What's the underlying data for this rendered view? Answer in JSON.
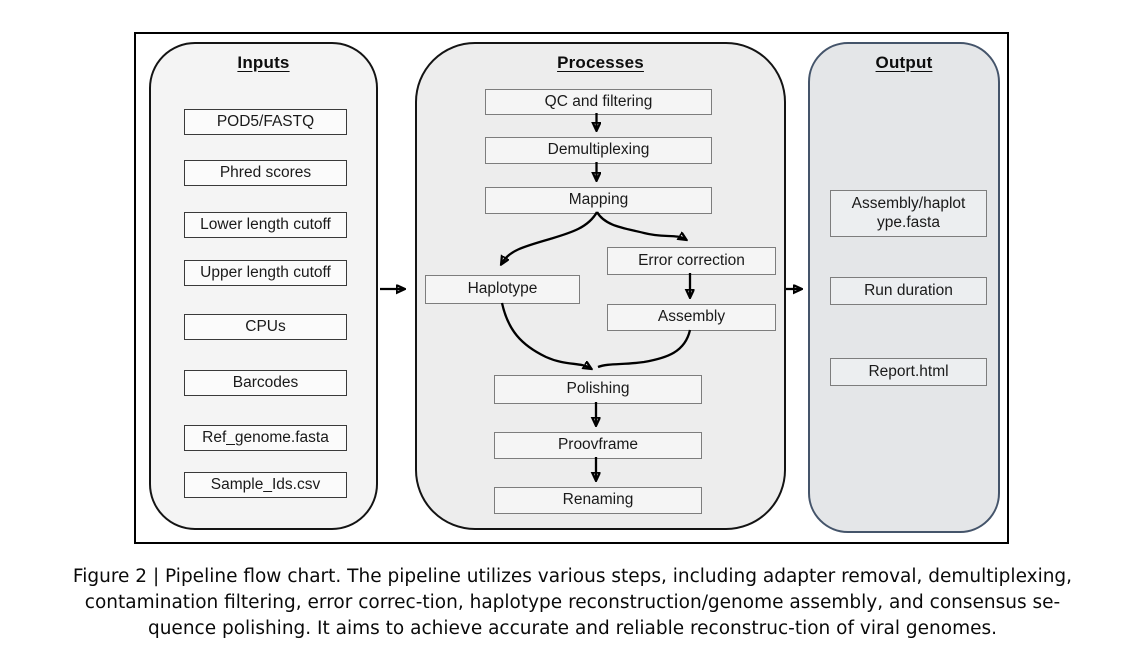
{
  "figure": {
    "panels": {
      "inputs": {
        "title": "Inputs",
        "items": [
          "POD5/FASTQ",
          "Phred scores",
          "Lower length cutoff",
          "Upper length cutoff",
          "CPUs",
          "Barcodes",
          "Ref_genome.fasta",
          "Sample_Ids.csv"
        ]
      },
      "processes": {
        "title": "Processes",
        "steps": [
          "QC and filtering",
          "Demultiplexing",
          "Mapping",
          "Haplotype",
          "Error correction",
          "Assembly",
          "Polishing",
          "Proovframe",
          "Renaming"
        ]
      },
      "output": {
        "title": "Output",
        "items": [
          "Assembly/haplotype.fasta",
          "Run duration",
          "Report.html"
        ]
      }
    },
    "flow_edges": [
      [
        "Inputs",
        "Processes"
      ],
      [
        "Processes",
        "Output"
      ],
      [
        "QC and filtering",
        "Demultiplexing"
      ],
      [
        "Demultiplexing",
        "Mapping"
      ],
      [
        "Mapping",
        "Haplotype"
      ],
      [
        "Mapping",
        "Error correction"
      ],
      [
        "Error correction",
        "Assembly"
      ],
      [
        "Haplotype",
        "Polishing"
      ],
      [
        "Assembly",
        "Polishing"
      ],
      [
        "Polishing",
        "Proovframe"
      ],
      [
        "Proovframe",
        "Renaming"
      ]
    ],
    "colors": {
      "output_panel_border": "#44546A",
      "panel_border": "#141414",
      "inputs_fill": "#f4f4f4",
      "processes_fill": "#ededed",
      "output_fill": "#e4e6e8",
      "arrow": "#000000"
    }
  },
  "caption": {
    "lines": [
      "Figure 2 | Pipeline flow chart. The pipeline utilizes various steps, including adapter removal, demultiplexing,",
      "contamination filtering, error correc-tion, haplotype reconstruction/genome assembly, and consensus se-",
      "quence polishing. It aims to achieve accurate and reliable reconstruc-tion of viral genomes."
    ]
  }
}
